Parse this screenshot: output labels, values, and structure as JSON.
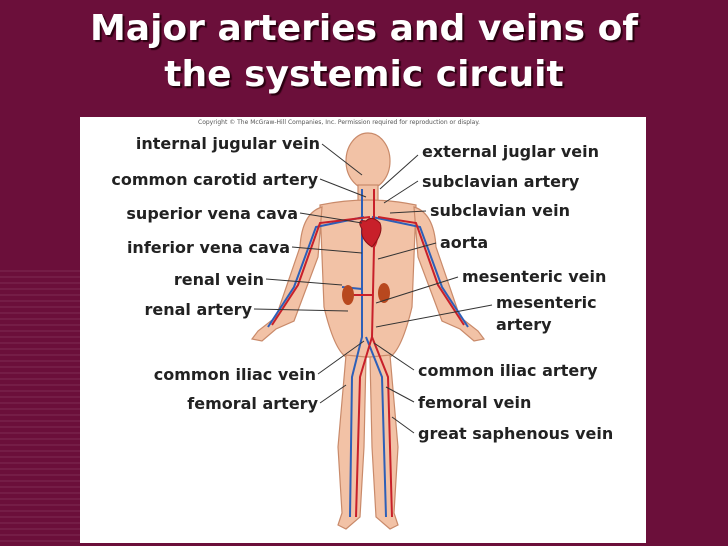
{
  "slide": {
    "title_line1": "Major arteries and veins of",
    "title_line2": "the systemic circuit",
    "copyright": "Copyright © The McGraw-Hill Companies, Inc. Permission required for reproduction or display.",
    "accent_bg": "#6b0f3a"
  },
  "labels_left": [
    "internal jugular vein",
    "common carotid artery",
    "superior vena cava",
    "inferior vena cava",
    "renal vein",
    "renal artery",
    "common iliac vein",
    "femoral artery"
  ],
  "labels_right": [
    "external juglar vein",
    "subclavian artery",
    "subclavian vein",
    "aorta",
    "mesenteric vein",
    "mesenteric",
    "artery",
    "common iliac artery",
    "femoral vein",
    "great saphenous vein"
  ]
}
